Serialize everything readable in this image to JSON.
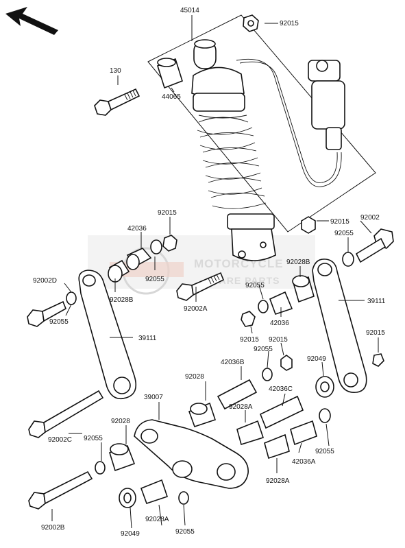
{
  "watermark": {
    "title": "MOTORCYCLE",
    "subtitle": "SPARE PARTS"
  },
  "labels": {
    "p45014": "45014",
    "p92015_top": "92015",
    "p130": "130",
    "p44065": "44065",
    "p92015_a": "92015",
    "p42036_a": "42036",
    "p92055_a": "92055",
    "p92028B_a": "92028B",
    "p92002D": "92002D",
    "p92055_b": "92055",
    "p39111_left": "39111",
    "p92002A": "92002A",
    "p92015_b": "92015",
    "p92002": "92002",
    "p92055_c": "92055",
    "p92028B_b": "92028B",
    "p92055_d": "92055",
    "p39111_right": "39111",
    "p42036_b": "42036",
    "p92015_c": "92015",
    "p92015_d": "92015",
    "p92055_e": "92055",
    "p92015_e": "92015",
    "p42036B": "42036B",
    "p92049_a": "92049",
    "p92028_a": "92028",
    "p39007": "39007",
    "p42036C": "42036C",
    "p92028A_a": "92028A",
    "p92028_b": "92028",
    "p92055_f": "92055",
    "p92002C": "92002C",
    "p92055_g": "92055",
    "p42036A": "42036A",
    "p92028A_b": "92028A",
    "p92002B": "92002B",
    "p92049_b": "92049",
    "p92028A_c": "92028A",
    "p92055_h": "92055"
  }
}
